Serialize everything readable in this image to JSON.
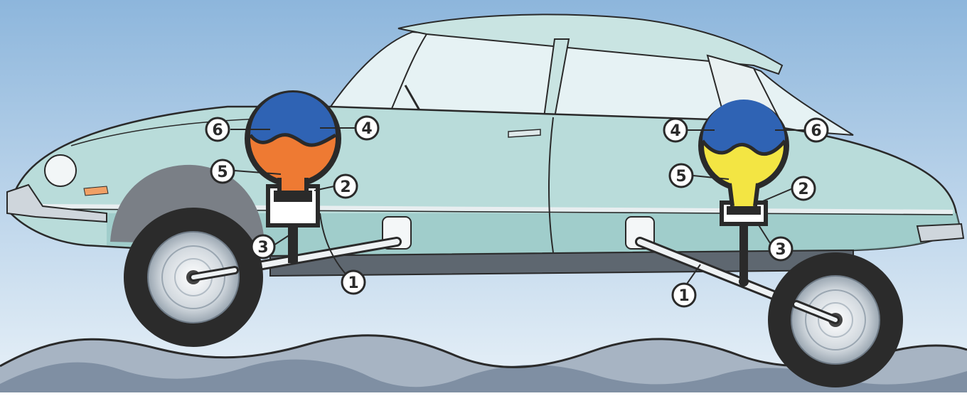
{
  "colors": {
    "sky_top": "#8db6dc",
    "sky_bottom": "#e8f1f8",
    "body_paint": "#b9dcda",
    "body_shade": "#8fc3c1",
    "glass": "#e6f2f4",
    "roof": "#c9e4e2",
    "outline": "#2a2a2a",
    "gas_blue": "#2f63b4",
    "front_fluid": "#ee7a33",
    "rear_fluid": "#f3e543",
    "tire": "#2b2b2b",
    "hubcap": "#c8cfd6",
    "ground_back": "#a7b4c3",
    "ground_front": "#7f8fa3",
    "callout_fill": "#ffffff"
  },
  "callouts": {
    "front": {
      "n1": "1",
      "n2": "2",
      "n3": "3",
      "n4": "4",
      "n5": "5",
      "n6": "6"
    },
    "rear": {
      "n1": "1",
      "n2": "2",
      "n3": "3",
      "n4": "4",
      "n5": "5",
      "n6": "6"
    }
  }
}
